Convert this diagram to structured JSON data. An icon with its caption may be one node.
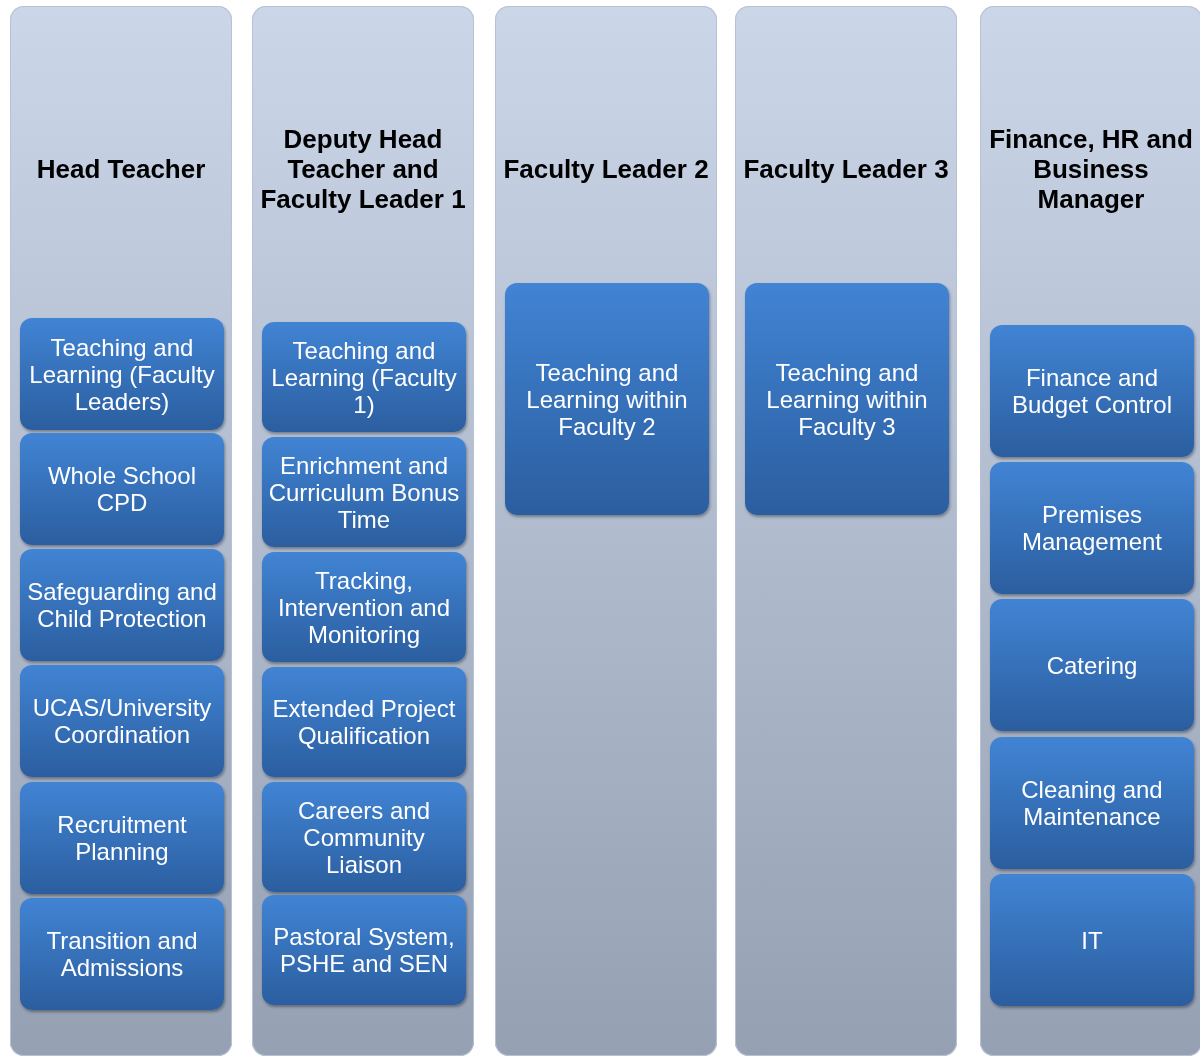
{
  "diagram": {
    "nodes": [
      {
        "text": [
          "Head Teacher"
        ]
      },
      {
        "text": [
          "Teaching and Learning (Faculty Leaders)"
        ],
        "in": 0
      },
      {
        "text": [
          "Whole School CPD"
        ],
        "in": 0
      },
      {
        "text": [
          "Safeguarding and Child Protection"
        ],
        "in": 0
      },
      {
        "text": [
          "UCAS/University Coordination"
        ],
        "in": 0
      },
      {
        "text": [
          "Recruitment Planning"
        ],
        "in": 0
      },
      {
        "text": [
          "Transition and Admissions"
        ],
        "in": 0
      },
      {
        "text": [
          "Deputy Head Teacher and Faculty Leader 1"
        ]
      },
      {
        "text": [
          "Teaching and Learning (Faculty 1)"
        ],
        "in": 7
      },
      {
        "text": [
          "Enrichment and Curriculum Bonus Time"
        ],
        "in": 7
      },
      {
        "text": [
          "Tracking, Intervention and Monitoring"
        ],
        "in": 7
      },
      {
        "text": [
          "Extended Project Qualification"
        ],
        "in": 7
      },
      {
        "text": [
          "Careers and Community Liaison"
        ],
        "in": 7
      },
      {
        "text": [
          "Pastoral System, PSHE and SEN"
        ],
        "in": 7
      },
      {
        "text": [
          "Faculty Leader 2"
        ]
      },
      {
        "text": [
          "Teaching and Learning within Faculty 2"
        ],
        "in": 14
      },
      {
        "text": [
          "Faculty Leader 3"
        ]
      },
      {
        "text": [
          "Teaching and Learning within Faculty 3"
        ],
        "in": 16
      },
      {
        "text": [
          "Finance, HR and Business Manager"
        ]
      },
      {
        "text": [
          "Finance and Budget Control"
        ],
        "in": 18
      },
      {
        "text": [
          "Premises Management"
        ],
        "in": 18
      },
      {
        "text": [
          "Catering"
        ],
        "in": 18
      },
      {
        "text": [
          "Cleaning and Maintenance"
        ],
        "in": 18
      },
      {
        "text": [
          "IT"
        ],
        "in": 18
      }
    ]
  }
}
